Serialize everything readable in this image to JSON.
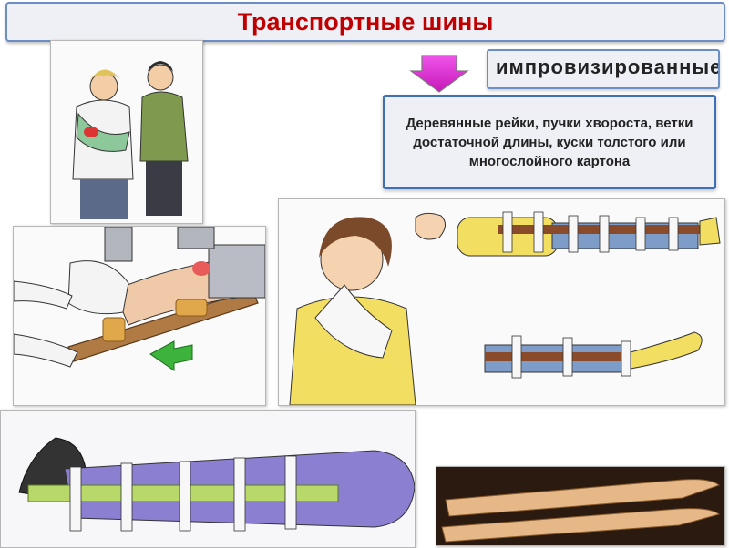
{
  "title": "Транспортные шины",
  "category_label": "импровизированные",
  "description": "Деревянные рейки, пучки хвороста, ветки достаточной длины, куски толстого или многослойного картона",
  "colors": {
    "title": "#c00000",
    "arrow": "#e22bd8",
    "box_border": "#3f6fb6",
    "box_fill": "#eef0f6"
  },
  "illustrations": [
    "arm-sling-first-aid",
    "leg-board-splint",
    "child-arm-sling-and-body-splints",
    "leg-branch-bundle-splint",
    "wooden-skis"
  ]
}
